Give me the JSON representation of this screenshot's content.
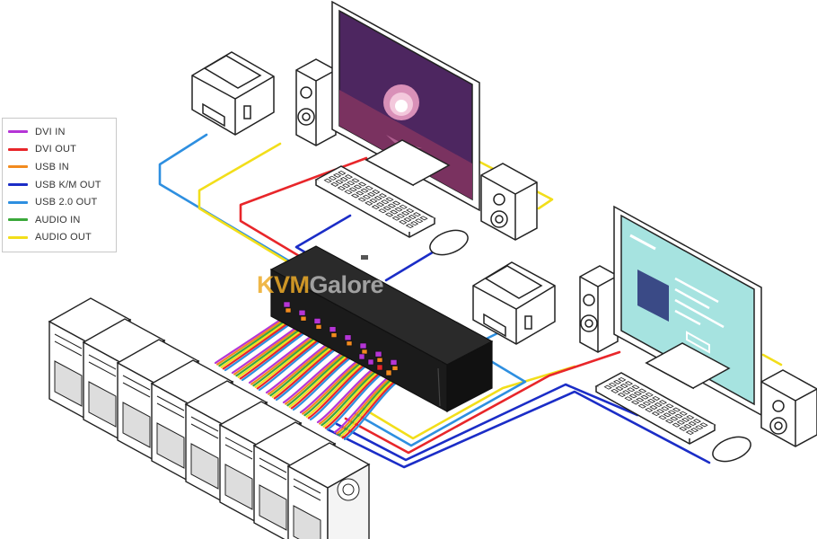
{
  "legend": {
    "items": [
      {
        "label": "DVI IN",
        "color": "#b535d6"
      },
      {
        "label": "DVI OUT",
        "color": "#e8262a"
      },
      {
        "label": "USB IN",
        "color": "#f28a1e"
      },
      {
        "label": "USB K/M OUT",
        "color": "#1b2dc7"
      },
      {
        "label": "USB 2.0 OUT",
        "color": "#2e8fe0"
      },
      {
        "label": "AUDIO IN",
        "color": "#3aa83a"
      },
      {
        "label": "AUDIO OUT",
        "color": "#f2de1a"
      }
    ]
  },
  "watermark": {
    "part1": "KVM",
    "part2": "Galore"
  },
  "colors": {
    "outline": "#222222",
    "kvm_body": "#1e1e1e",
    "monitor1_screen": "#5a2a6a",
    "monitor2_screen": "#9ee0dd",
    "device_fill": "#ffffff"
  },
  "icons": [
    "printer-icon",
    "speaker-icon",
    "monitor-icon",
    "keyboard-icon",
    "mouse-icon",
    "computer-tower-icon",
    "kvm-switch-icon"
  ]
}
